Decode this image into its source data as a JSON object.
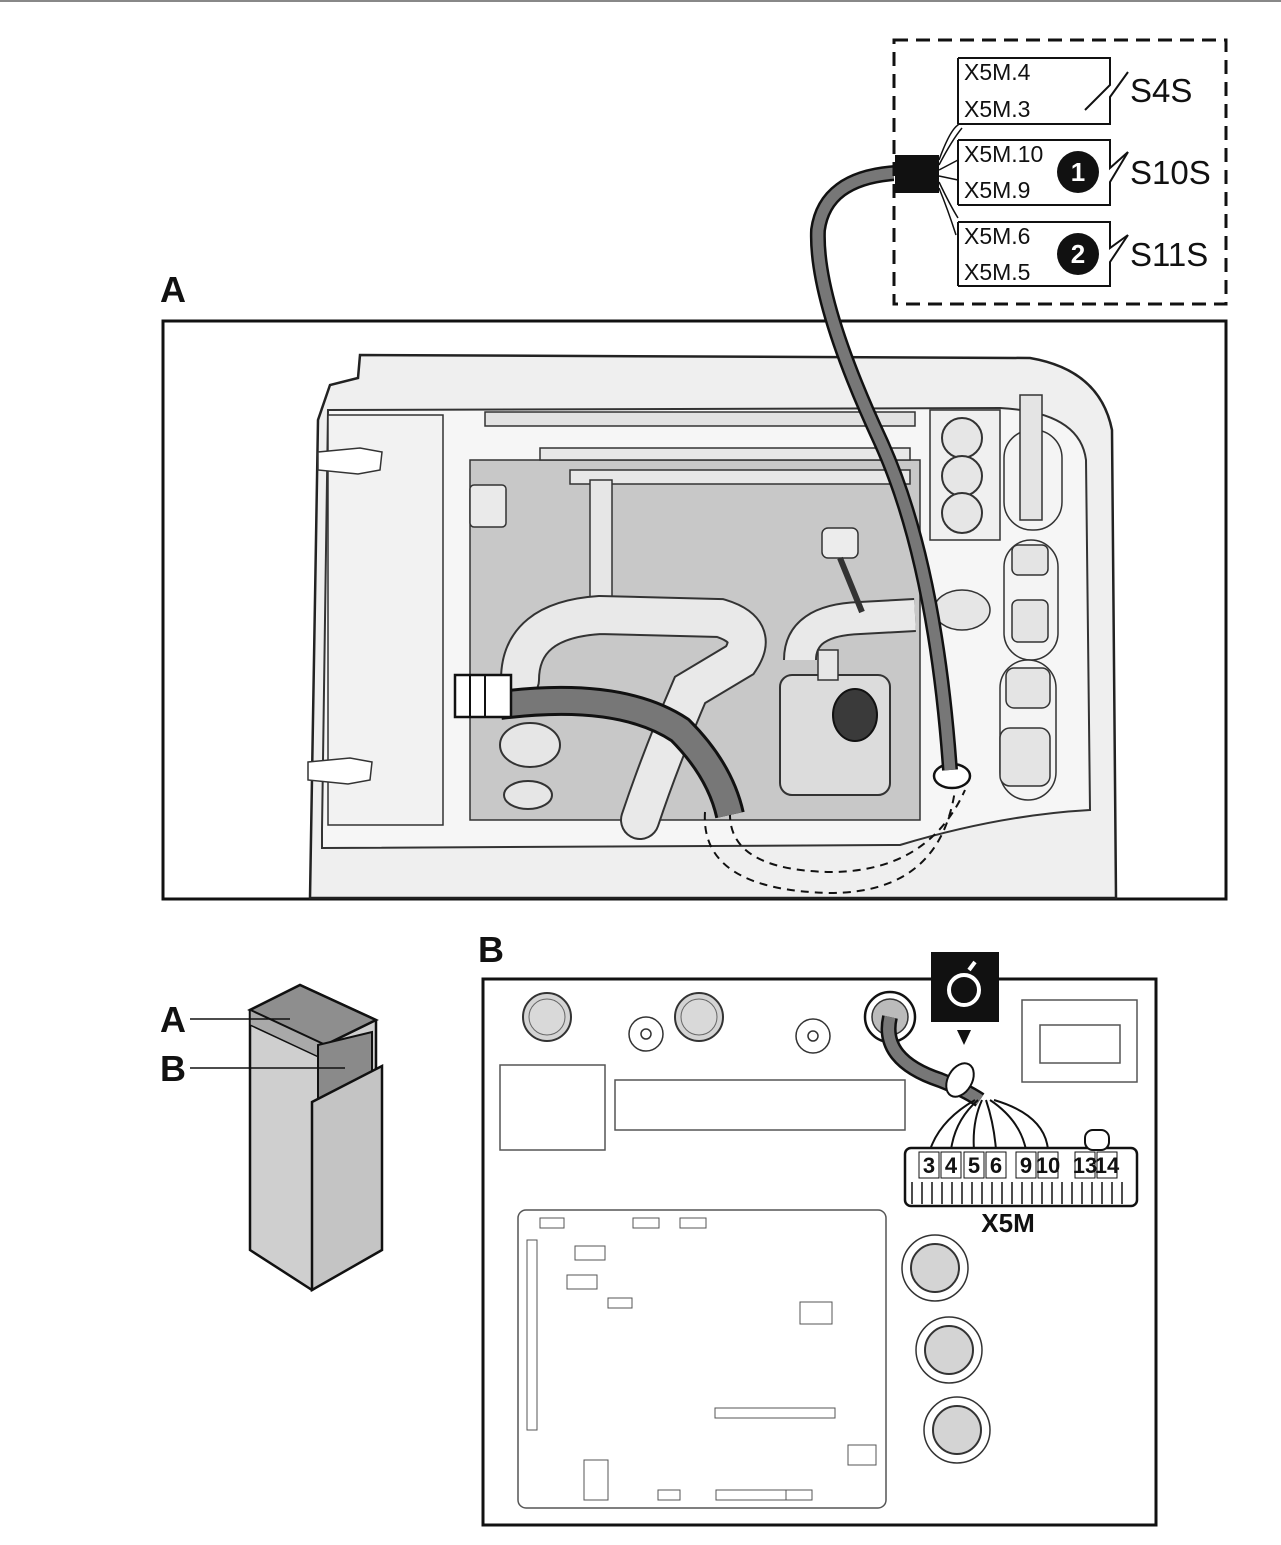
{
  "panel_a": {
    "label": "A"
  },
  "panel_b": {
    "label": "B"
  },
  "unit_view": {
    "label_a": "A",
    "label_b": "B"
  },
  "wiring_inset": {
    "groups": [
      {
        "switch": "S4S",
        "wires": [
          "X5M.4",
          "X5M.3"
        ],
        "marker": ""
      },
      {
        "switch": "S10S",
        "wires": [
          "X5M.10",
          "X5M.9"
        ],
        "marker": "1"
      },
      {
        "switch": "S11S",
        "wires": [
          "X5M.6",
          "X5M.5"
        ],
        "marker": "2"
      }
    ]
  },
  "terminal_block": {
    "name": "X5M",
    "terminals": [
      "3",
      "4",
      "5",
      "6",
      "9",
      "10",
      "13",
      "14"
    ]
  },
  "icons": {
    "cable_tie": "cable-tie-icon"
  }
}
